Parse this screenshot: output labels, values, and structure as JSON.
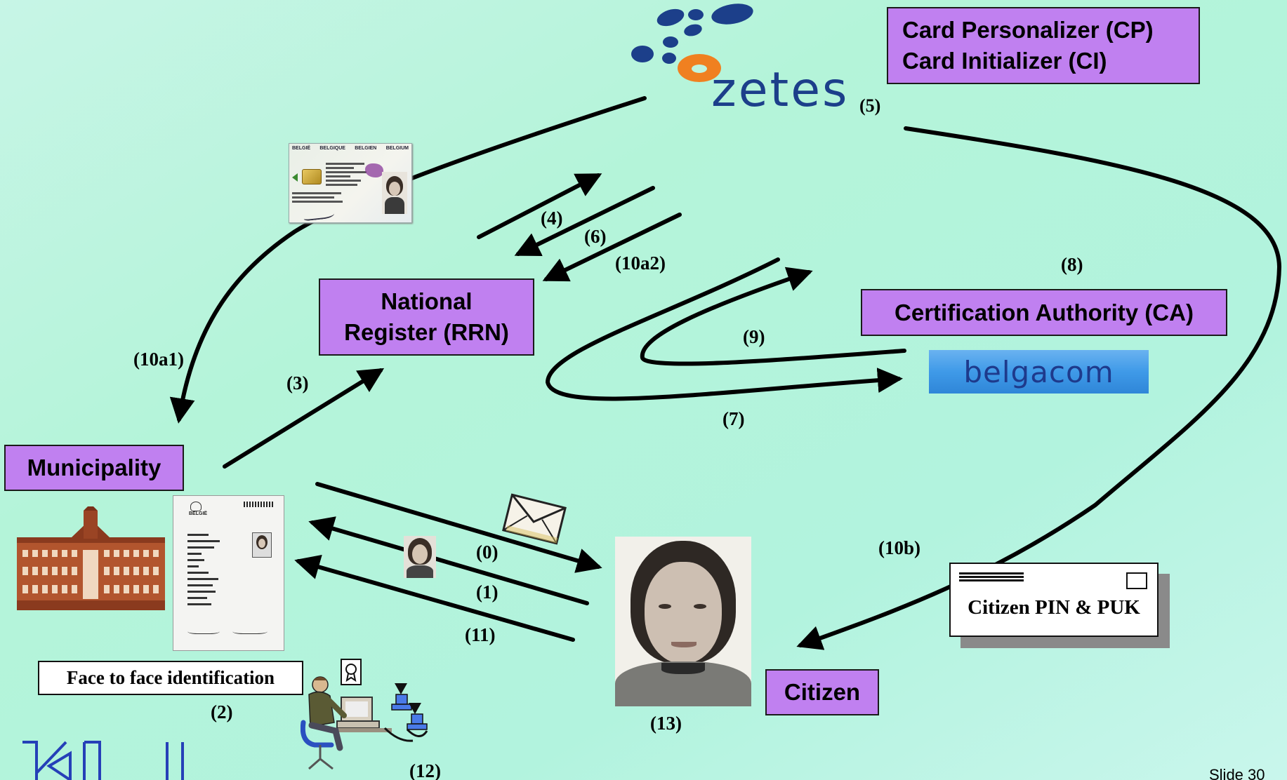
{
  "boxes": {
    "cp_line1": "Card Personalizer (CP)",
    "cp_line2": "Card Initializer (CI)",
    "rrn_line1": "National",
    "rrn_line2": "Register (RRN)",
    "ca": "Certification Authority (CA)",
    "municipality": "Municipality",
    "citizen": "Citizen",
    "face_to_face": "Face to face identification",
    "pin_puk": "Citizen PIN & PUK"
  },
  "logos": {
    "zetes": "zetes",
    "belgacom": "belgacom"
  },
  "steps": {
    "s0": "(0)",
    "s1": "(1)",
    "s2": "(2)",
    "s3": "(3)",
    "s4": "(4)",
    "s5": "(5)",
    "s6": "(6)",
    "s7": "(7)",
    "s8": "(8)",
    "s9": "(9)",
    "s10a1": "(10a1)",
    "s10a2": "(10a2)",
    "s10b": "(10b)",
    "s11": "(11)",
    "s12": "(12)",
    "s13": "(13)"
  },
  "id_card": {
    "countries": [
      "BELGIË",
      "BELGIQUE",
      "BELGIEN",
      "BELGIUM"
    ]
  },
  "form_doc": {
    "country": "BELGIË"
  },
  "footer": {
    "slide_number": "Slide 30"
  },
  "colors": {
    "box_fill": "#c080f0",
    "zetes_blue": "#1c3f8a",
    "zetes_orange": "#f08020",
    "belgacom_bg": "#3f9ae8",
    "belgacom_text": "#1e3a8c",
    "arrow": "#000000",
    "logo_blue": "#2540b8"
  }
}
